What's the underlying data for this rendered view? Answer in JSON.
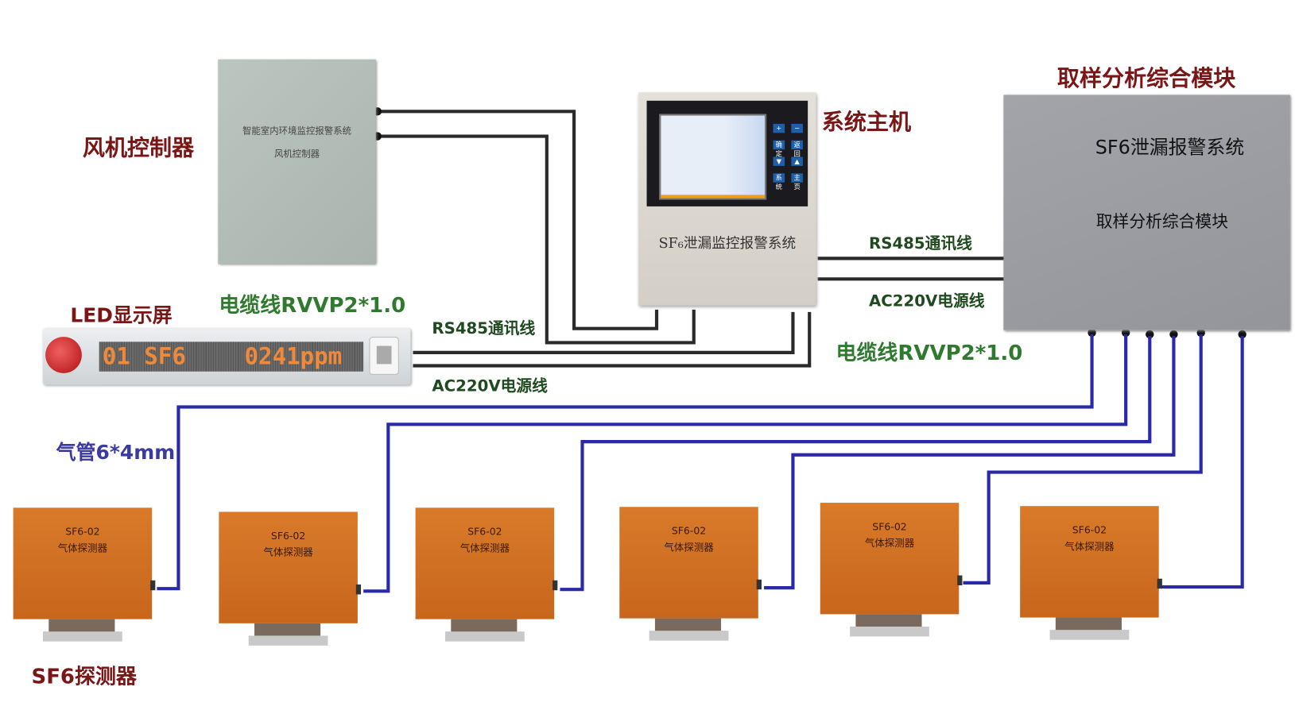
{
  "labels": {
    "fan_controller": "风机控制器",
    "host": "系统主机",
    "sampling_module": "取样分析综合模块",
    "led_display": "LED显示屏",
    "cable_left": "电缆线RVVP2*1.0",
    "cable_right": "电缆线RVVP2*1.0",
    "rs485_left": "RS485通讯线",
    "ac220_left": "AC220V电源线",
    "rs485_right": "RS485通讯线",
    "ac220_right": "AC220V电源线",
    "air_tube": "气管6*4mm",
    "detector": "SF6探测器"
  },
  "fan_box": {
    "line1": "智能室内环境监控报警系统",
    "line2": "风机控制器"
  },
  "host_box": {
    "name": "SF₆泄漏监控报警系统",
    "keys": [
      "+",
      "−",
      "确定",
      "返回",
      "▼",
      "▲",
      "系统",
      "主页"
    ]
  },
  "module_box": {
    "title": "SF6泄漏报警系统",
    "subtitle": "取样分析综合模块"
  },
  "led": {
    "channel": "01 SF6",
    "reading": "0241ppm"
  },
  "detectors": [
    {
      "model": "SF6-02",
      "name": "气体探测器"
    },
    {
      "model": "SF6-02",
      "name": "气体探测器"
    },
    {
      "model": "SF6-02",
      "name": "气体探测器"
    },
    {
      "model": "SF6-02",
      "name": "气体探测器"
    },
    {
      "model": "SF6-02",
      "name": "气体探测器"
    },
    {
      "model": "SF6-02",
      "name": "气体探测器"
    }
  ],
  "colors": {
    "cable": "#2a2a2a",
    "tube": "#2a2aa8",
    "detector": "#d0701f",
    "label_red": "#7a1616",
    "label_green": "#2f7a2f"
  }
}
